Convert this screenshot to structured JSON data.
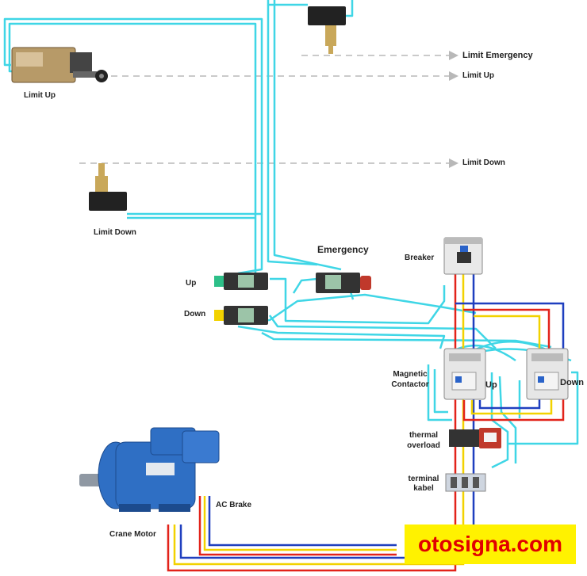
{
  "labels": {
    "limit_up_device": "Limit Up",
    "limit_down_device": "Limit Down",
    "emergency": "Emergency",
    "up_button": "Up",
    "down_button": "Down",
    "breaker": "Breaker",
    "magnetic_contactor_line1": "Magnetic",
    "magnetic_contactor_line2": "Contactor",
    "contactor_up": "Up",
    "contactor_down": "Down",
    "thermal_line1": "thermal",
    "thermal_line2": "overload",
    "terminal_line1": "terminal",
    "terminal_line2": "kabel",
    "ac_brake": "AC Brake",
    "crane_motor": "Crane Motor",
    "arrow_limit_emergency": "Limit  Emergency",
    "arrow_limit_up": "Limit Up",
    "arrow_limit_down": "Limit Down"
  },
  "watermark": "otosigna.com",
  "colors": {
    "control_wire": "#3fd6e6",
    "phase_red": "#e2231a",
    "phase_yellow": "#f2d200",
    "phase_blue": "#1f3fbf",
    "dashed_arrow": "#b8b8b8",
    "motor_blue": "#2f6fc4",
    "watermark_bg": "#fff200",
    "watermark_text": "#e10000"
  }
}
